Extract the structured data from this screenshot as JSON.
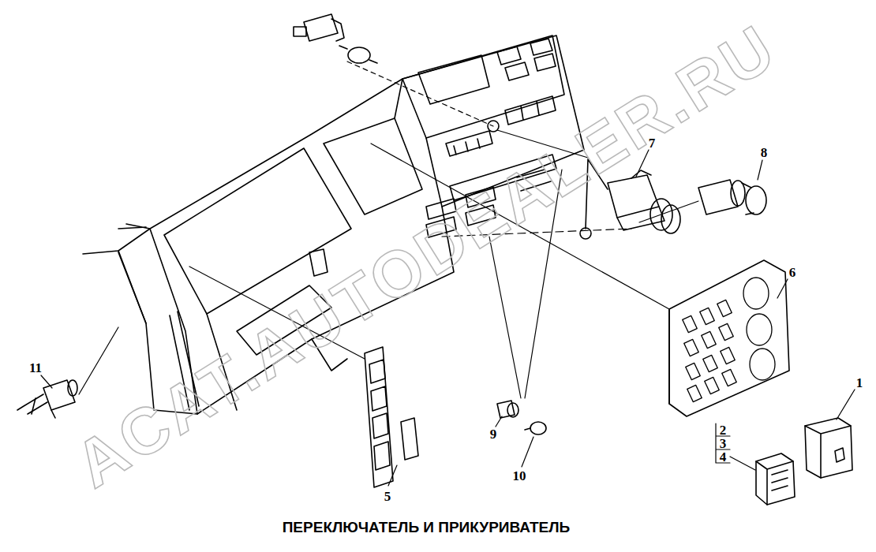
{
  "diagram": {
    "caption": "ПЕРЕКЛЮЧАТЕЛЬ И ПРИКУРИВАТЕЛЬ",
    "labels": [
      "7",
      "8",
      "6",
      "11",
      "1",
      "2",
      "9",
      "3",
      "4",
      "10",
      "5",
      "ACAT.AUTODEALER.RU"
    ]
  }
}
